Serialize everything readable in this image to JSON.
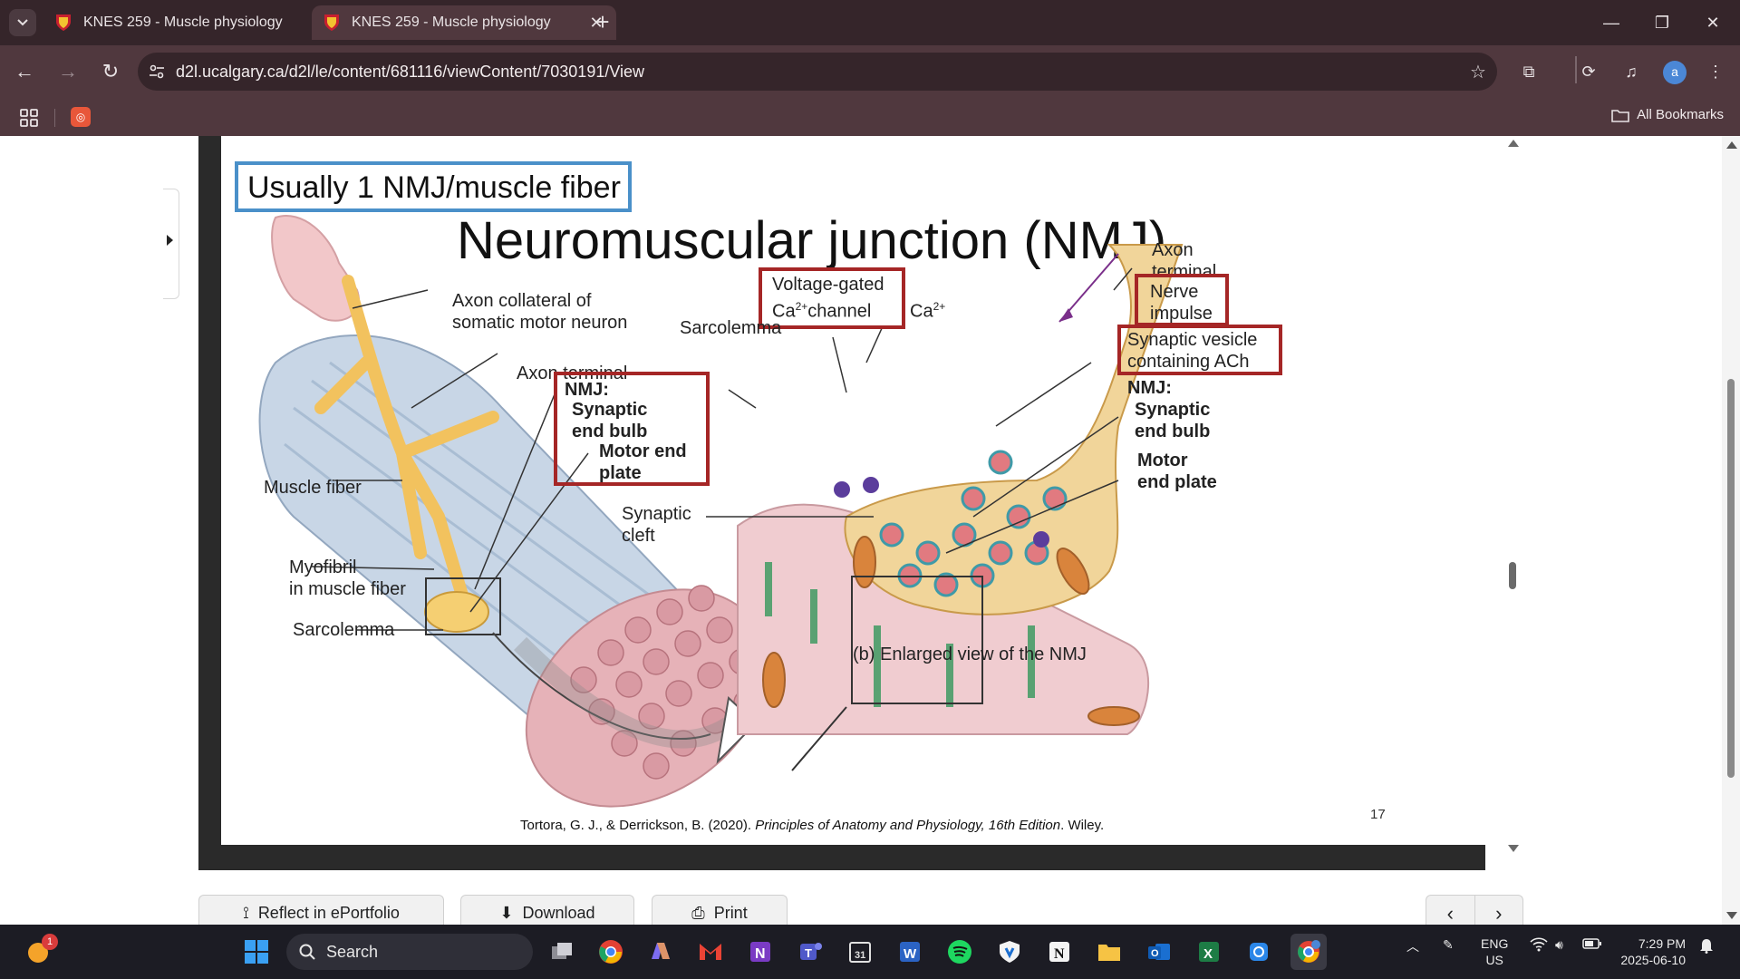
{
  "browser": {
    "tabs": [
      {
        "title": "KNES 259 - Muscle physiology",
        "active": false
      },
      {
        "title": "KNES 259 - Muscle physiology",
        "active": true
      }
    ],
    "url": "d2l.ucalgary.ca/d2l/le/content/681116/viewContent/7030191/View",
    "bookmarks_label": "All Bookmarks",
    "profile_initial": "a"
  },
  "slide": {
    "subtitle_box": "Usually 1 NMJ/muscle fiber",
    "title": "Neuromuscular junction (NMJ)",
    "labels_left": {
      "axon_collateral_1": "Axon collateral of",
      "axon_collateral_2": "somatic motor neuron",
      "axon_terminal": "Axon terminal",
      "nmj": "NMJ:",
      "synaptic_1": "Synaptic",
      "synaptic_2": "end bulb",
      "motor_1": "Motor end",
      "motor_2": "plate",
      "muscle_fiber": "Muscle fiber",
      "myofibril_1": "Myofibril",
      "myofibril_2": "in muscle fiber",
      "sarcolemma": "Sarcolemma"
    },
    "labels_right": {
      "vg_1": "Voltage-gated",
      "vg_2": "Ca",
      "vg_sup": "2+",
      "vg_3": "channel",
      "ca": "Ca",
      "ca_sup": "2+",
      "sarcolemma": "Sarcolemma",
      "axon_terminal_1": "Axon",
      "axon_terminal_2": "terminal",
      "nerve_1": "Nerve",
      "nerve_2": "impulse",
      "vesicle_1": "Synaptic vesicle",
      "vesicle_2": "containing ACh",
      "nmj": "NMJ:",
      "synaptic_1": "Synaptic",
      "synaptic_2": "end bulb",
      "motor_1": "Motor",
      "motor_2": "end plate",
      "cleft_1": "Synaptic",
      "cleft_2": "cleft",
      "enlarged": "(b) Enlarged view of the NMJ"
    },
    "citation_authors": "Tortora, G. J., & Derrickson, B. (2020). ",
    "citation_book": "Principles of Anatomy and Physiology, 16th Edition",
    "citation_publisher": ". Wiley.",
    "page_number": "17"
  },
  "actions": {
    "reflect": "Reflect in ePortfolio",
    "download": "Download",
    "print": "Print"
  },
  "taskbar": {
    "search_label": "Search",
    "notification_badge": "1",
    "lang_1": "ENG",
    "lang_2": "US",
    "time": "7:29 PM",
    "date": "2025-06-10"
  },
  "colors": {
    "chrome_dark": "#35252a",
    "chrome_toolbar": "#50383e",
    "box_blue": "#4a90c9",
    "box_red": "#a52626"
  }
}
